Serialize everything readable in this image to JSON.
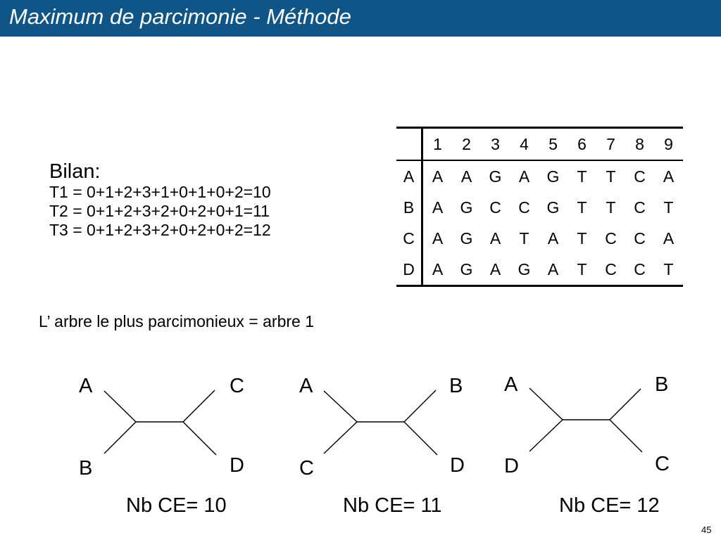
{
  "slide": {
    "title": "Maximum de parcimonie - Méthode",
    "page_number": "45"
  },
  "bilan": {
    "heading": "Bilan:",
    "lines": [
      "T1 = 0+1+2+3+1+0+1+0+2=10",
      "T2 = 0+1+2+3+2+0+2+0+1=11",
      "T3 = 0+1+2+3+2+0+2+0+2=12"
    ]
  },
  "alignment": {
    "positions": [
      "1",
      "2",
      "3",
      "4",
      "5",
      "6",
      "7",
      "8",
      "9"
    ],
    "rows": [
      {
        "label": "A",
        "cells": [
          "A",
          "A",
          "G",
          "A",
          "G",
          "T",
          "T",
          "C",
          "A"
        ]
      },
      {
        "label": "B",
        "cells": [
          "A",
          "G",
          "C",
          "C",
          "G",
          "T",
          "T",
          "C",
          "T"
        ]
      },
      {
        "label": "C",
        "cells": [
          "A",
          "G",
          "A",
          "T",
          "A",
          "T",
          "C",
          "C",
          "A"
        ]
      },
      {
        "label": "D",
        "cells": [
          "A",
          "G",
          "A",
          "G",
          "A",
          "T",
          "C",
          "C",
          "T"
        ]
      }
    ]
  },
  "conclusion": "L’ arbre le plus parcimonieux = arbre 1",
  "trees": [
    {
      "top_left": "A",
      "top_right": "C",
      "bottom_left": "B",
      "bottom_right": "D",
      "score": "Nb CE= 10"
    },
    {
      "top_left": "A",
      "top_right": "B",
      "bottom_left": "C",
      "bottom_right": "D",
      "score": "Nb CE= 11"
    },
    {
      "top_left": "A",
      "top_right": "B",
      "bottom_left": "D",
      "bottom_right": "C",
      "score": "Nb CE= 12"
    }
  ]
}
